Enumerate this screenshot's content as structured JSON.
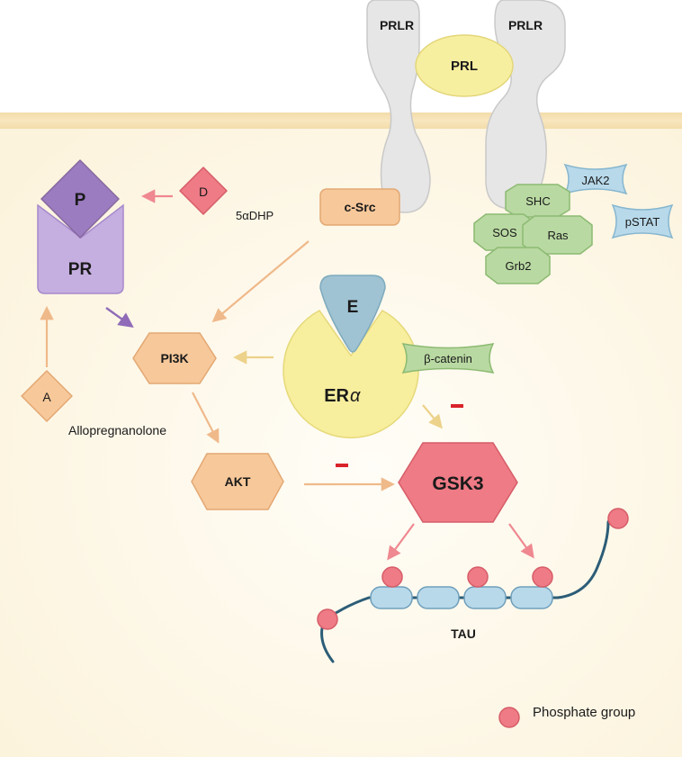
{
  "receptors": {
    "prlr_left": "PRLR",
    "prlr_right": "PRLR",
    "prl": "PRL"
  },
  "nodes": {
    "p": "P",
    "pr": "PR",
    "d": "D",
    "dhp": "5αDHP",
    "csrc": "c-Src",
    "pi3k": "PI3K",
    "akt": "AKT",
    "a": "A",
    "allopregnanolone": "Allopregnanolone",
    "e": "E",
    "era_prefix": "ER",
    "era_suffix": "α",
    "beta_catenin": "β-catenin",
    "gsk3": "GSK3",
    "tau": "TAU"
  },
  "signaling": {
    "jak2": "JAK2",
    "shc": "SHC",
    "sos": "SOS",
    "ras": "Ras",
    "grb2": "Grb2",
    "pstat": "pSTAT"
  },
  "legend": {
    "phosphate": "Phosphate group"
  },
  "colors": {
    "membrane": "#f6e2b4",
    "cytoplasm": "#fdf8ec",
    "receptor": "#e6e6e6",
    "prl": "#f7efa0",
    "orange_node": "#f7c89a",
    "orange_arrow": "#efb98a",
    "purple": "#bfa3d6",
    "purple_dark": "#9b7cc0",
    "red_node": "#ee7b86",
    "green_node": "#b9d9a2",
    "blue_node": "#b8d9ea",
    "era": "#f7ee9e",
    "estrogen": "#9fc3d3",
    "inhibit": "#d9232a"
  }
}
